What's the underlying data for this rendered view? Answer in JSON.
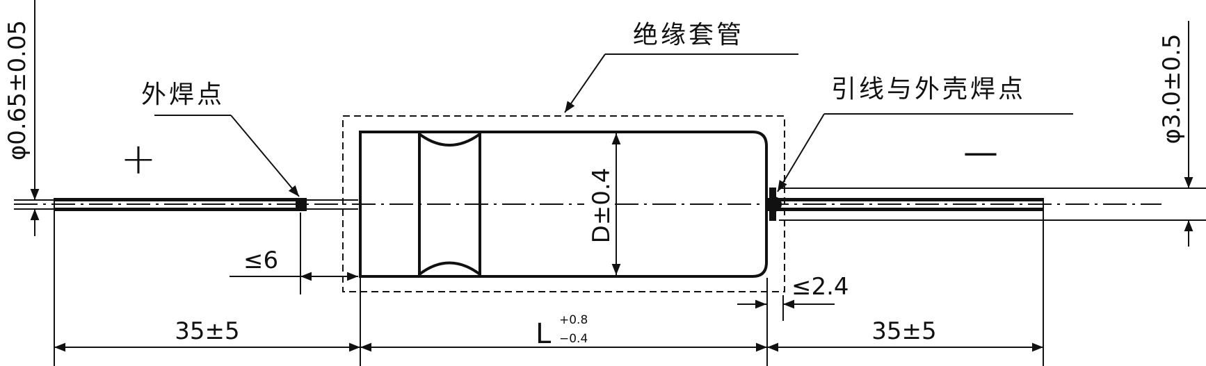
{
  "labels": {
    "insulation_sleeve": "绝缘套管",
    "outer_solder_point": "外焊点",
    "lead_case_solder_point": "引线与外壳焊点",
    "positive_sign": "+",
    "negative_sign": "—"
  },
  "dimensions": {
    "lead_diameter": "φ0.65±0.05",
    "sleeve_diameter": "φ3.0±0.5",
    "body_diameter": "D±0.4",
    "left_gap": "≤6",
    "right_gap": "≤2.4",
    "left_lead_length": "35±5",
    "right_lead_length": "35±5",
    "body_length": "L",
    "body_length_tol_upper": "+0.8",
    "body_length_tol_lower": "−0.4"
  }
}
